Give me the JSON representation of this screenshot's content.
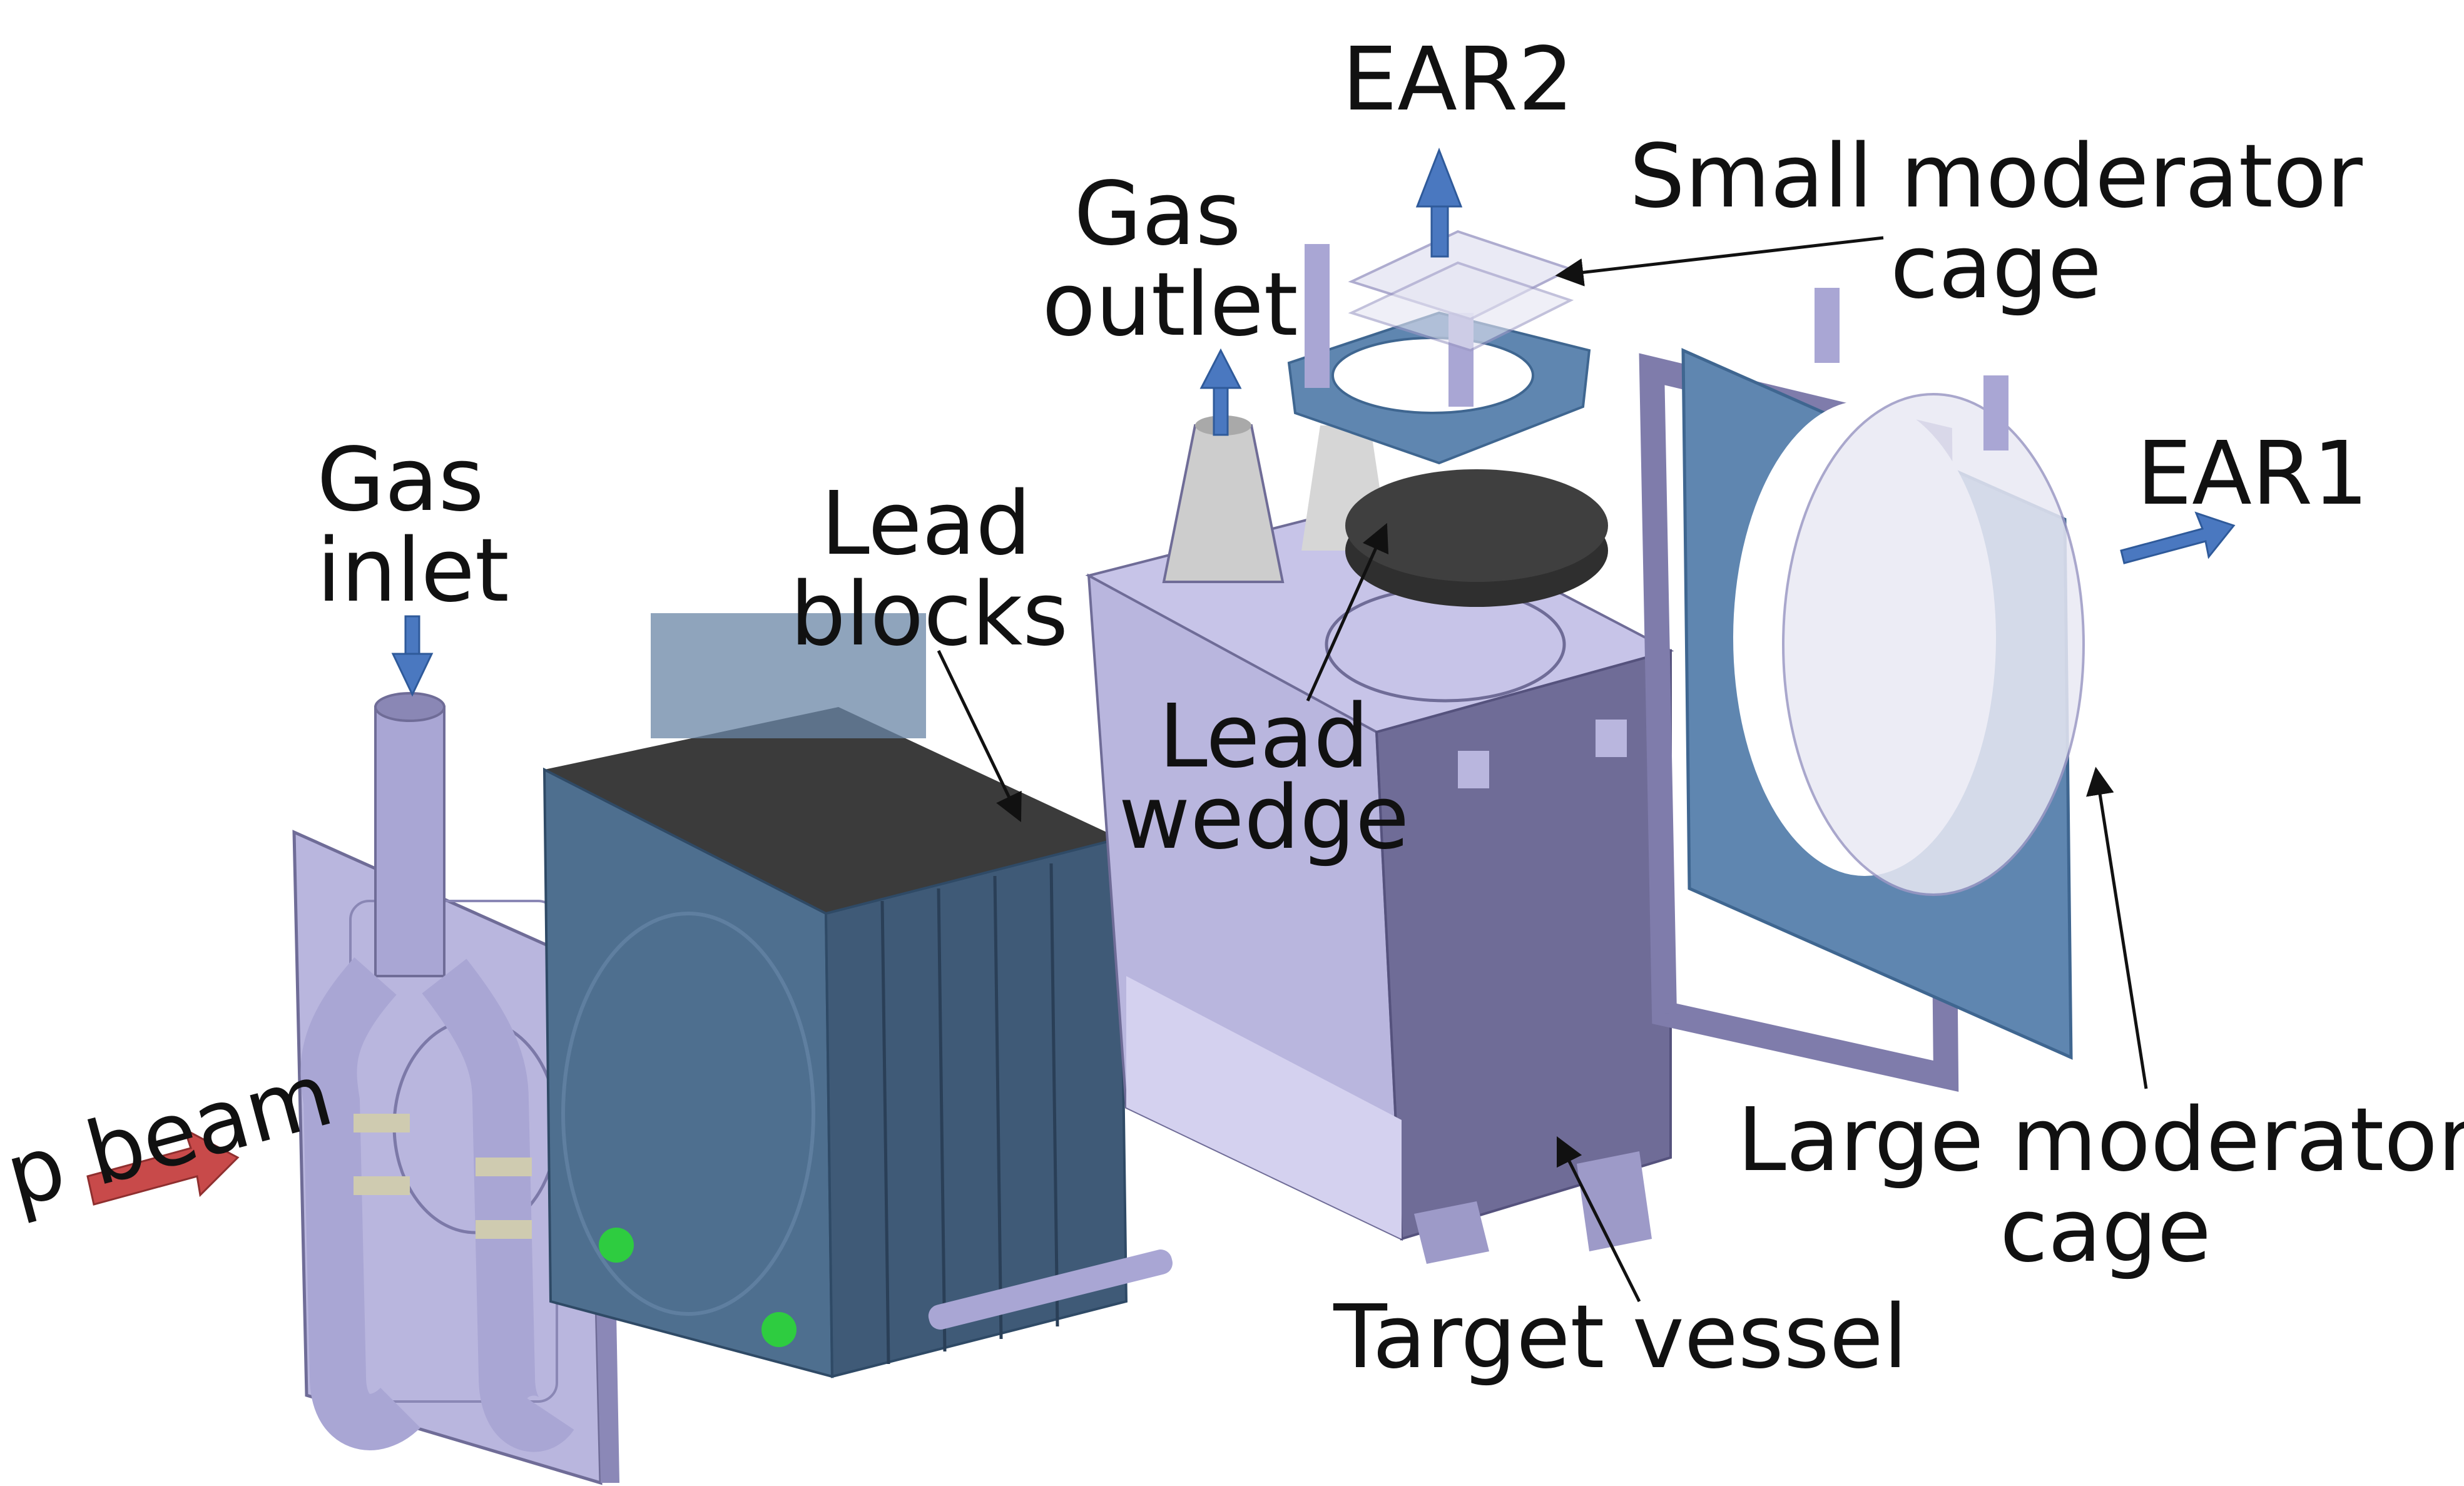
{
  "labels": {
    "gas_inlet": [
      "Gas",
      "inlet"
    ],
    "lead_blocks": [
      "Lead",
      "blocks"
    ],
    "gas_outlet": [
      "Gas",
      "outlet"
    ],
    "ear2": "EAR2",
    "small_moderator_cage": [
      "Small moderator",
      "cage"
    ],
    "ear1": "EAR1",
    "lead_wedge": [
      "Lead",
      "wedge"
    ],
    "p_beam": "p beam",
    "large_moderator_cage": [
      "Large moderator",
      "cage"
    ],
    "target_vessel": "Target vessel"
  },
  "colors": {
    "part_light": "#b9b6de",
    "part_mid": "#9d9ac8",
    "part_dark": "#6f6c97",
    "lead_block_blue": "#4e6f8f",
    "lead_block_dark": "#3f5a77",
    "lead_dark": "#3a3a3a",
    "moderator_blue": "#5f86b0",
    "arrow_blue": "#4a78c0",
    "arrow_red": "#c84a4a",
    "highlight_green": "#2ecc40"
  }
}
